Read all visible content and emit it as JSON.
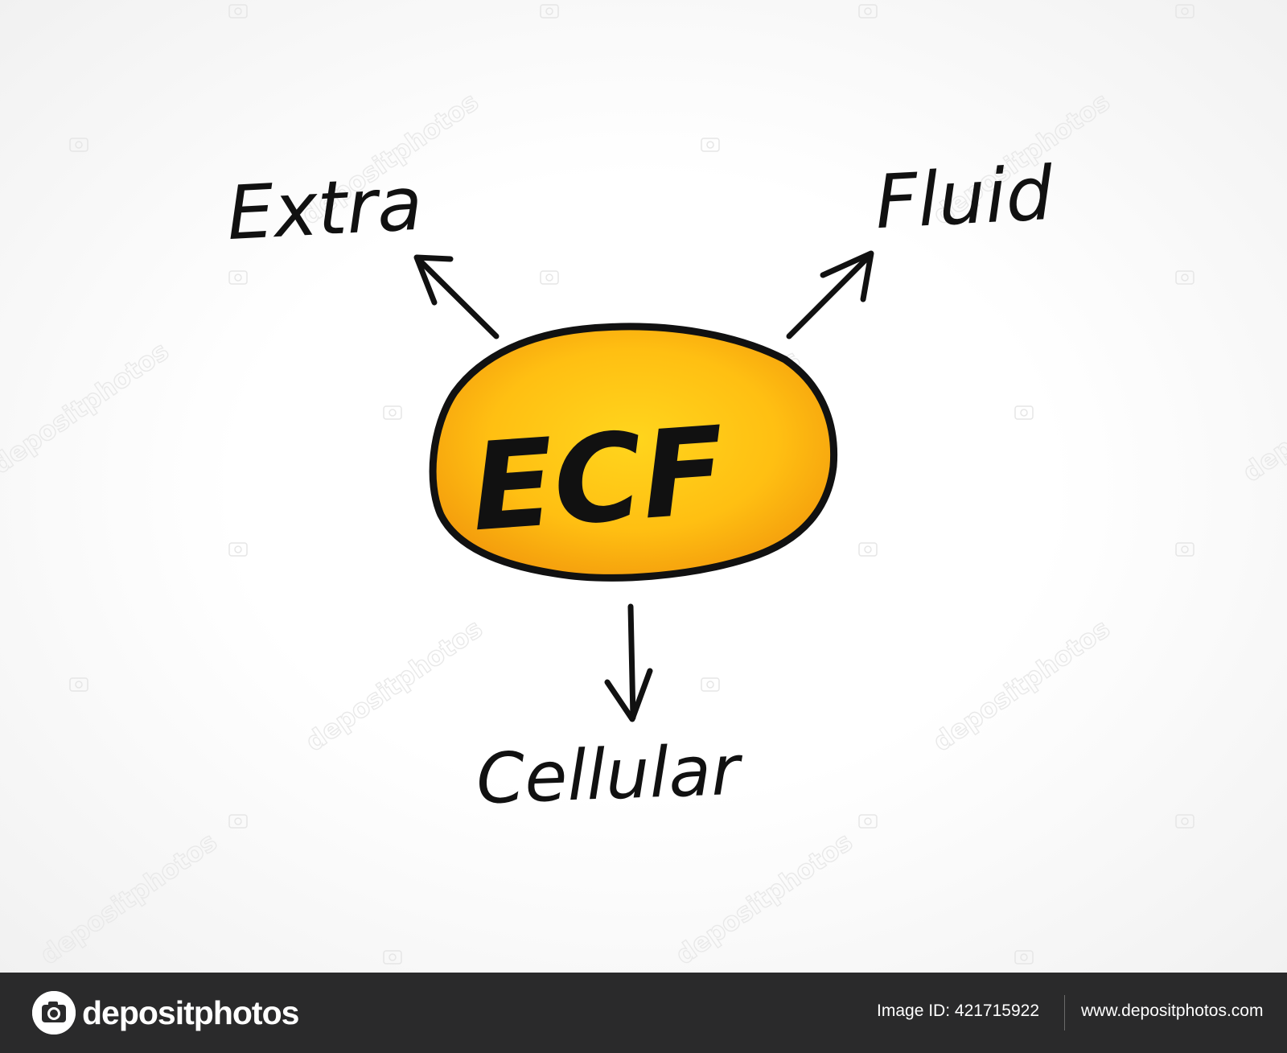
{
  "diagram": {
    "center_label": "ECF",
    "branches": [
      {
        "label": "Extra"
      },
      {
        "label": "Fluid"
      },
      {
        "label": "Cellular"
      }
    ],
    "colors": {
      "ellipse_fill_center": "#ffd21a",
      "ellipse_fill_edge": "#f39c12",
      "ink": "#111111",
      "watermark_fill": "#f6f6f6"
    }
  },
  "watermark": {
    "text": "depositphotos"
  },
  "footer": {
    "logo_text": "depositphotos",
    "image_id": "Image ID: 421715922",
    "site_url": "www.depositphotos.com"
  }
}
